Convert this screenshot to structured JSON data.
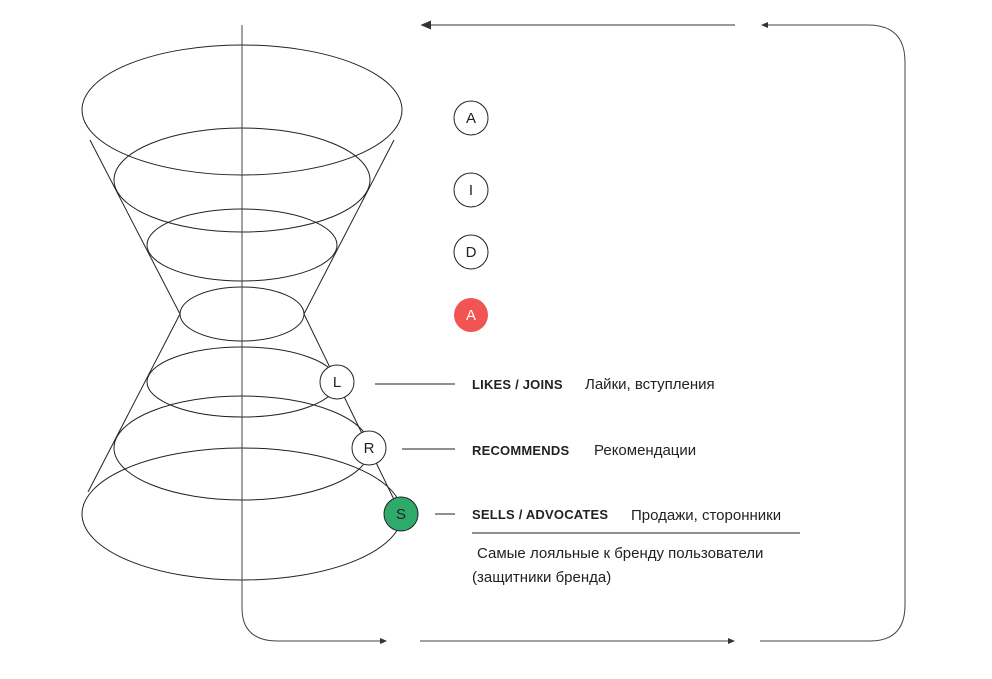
{
  "funnel_top": {
    "stages": [
      {
        "letter": "A",
        "highlight": false
      },
      {
        "letter": "I",
        "highlight": false
      },
      {
        "letter": "D",
        "highlight": false
      },
      {
        "letter": "A",
        "highlight": true
      }
    ]
  },
  "funnel_bottom": {
    "stages": [
      {
        "letter": "L",
        "name": "LIKES / JOINS",
        "ru": "Лайки, вступления"
      },
      {
        "letter": "R",
        "name": "RECOMMENDS",
        "ru": "Рекомендации"
      },
      {
        "letter": "S",
        "name": "SELLS / ADVOCATES",
        "ru": "Продажи, сторонники"
      }
    ],
    "description_line1": "Самые лояльные к бренду пользователи",
    "description_line2": "(защитники бренда)"
  },
  "colors": {
    "highlight_red": "#f25454",
    "highlight_green": "#2eaa6b",
    "stroke": "#222222"
  }
}
